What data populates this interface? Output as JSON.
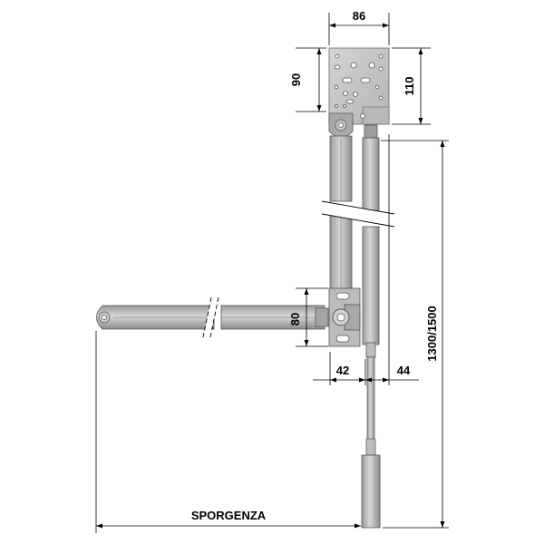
{
  "dimensions": {
    "top_width": "86",
    "left_height": "90",
    "right_height": "110",
    "bracket_height": "80",
    "offset_left": "42",
    "offset_right": "44",
    "stroke_length": "1300/1500",
    "projection": "SPORGENZA"
  },
  "colors": {
    "metal_light": "#c9c9c9",
    "metal_mid": "#a9a9a9",
    "metal_dark": "#7f7f7f",
    "outline": "#555555",
    "line": "#000000"
  }
}
